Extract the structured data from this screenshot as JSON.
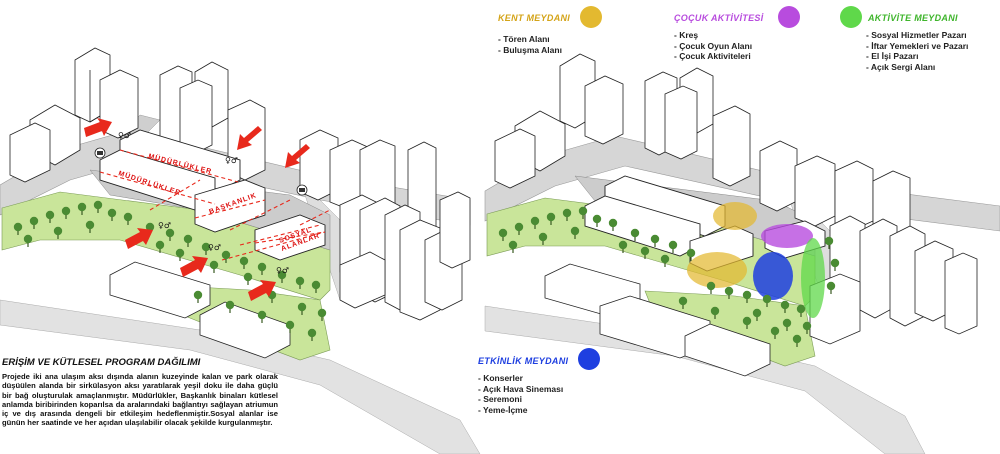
{
  "legend": {
    "kent_meydani": {
      "title": "KENT MEYDANI",
      "color": "#e3b930",
      "items": [
        "Tören Alanı",
        "Buluşma Alanı"
      ]
    },
    "cocuk_aktivitesi": {
      "title": "ÇOÇUK AKTİVİTESİ",
      "color": "#b84cde",
      "items": [
        "Kreş",
        "Çocuk Oyun Alanı",
        "Çocuk Aktiviteleri"
      ]
    },
    "aktivite_meydani": {
      "title": "AKTİVİTE MEYDANI",
      "color": "#5fd84a",
      "items": [
        "Sosyal Hizmetler Pazarı",
        "İftar Yemekleri ve Pazarı",
        "El İşi Pazarı",
        "Açık Sergi Alanı"
      ]
    },
    "etkinlik_meydani": {
      "title": "ETKİNLİK MEYDANI",
      "color": "#1e3fe0",
      "items": [
        "Konserler",
        "Açık Hava Sineması",
        "Seremoni",
        "Yeme-İçme"
      ]
    }
  },
  "building_labels": {
    "mudurlukler_1": "MÜDÜRLÜKLER",
    "mudurlukler_2": "MÜDÜRLÜKLER",
    "baskanlik": "BAŞKANLIK",
    "sosyal_1": "SOSYAL",
    "sosyal_2": "ALANLAR"
  },
  "section": {
    "title": "ERİŞİM VE KÜTLESEL PROGRAM DAĞILIMI",
    "description": "Projede iki ana ulaşım aksı dışında alanın kuzeyinde kalan ve park olarak düşüülen alanda bir sirkülasyon aksı yaratılarak yeşil doku ile daha güçlü bir bağ oluşturulak amaçlanmıştır. Müdürlükler, Başkanlık binaları kütlesel anlamda biribirinden koparılsa da aralarındaki bağlantıyı sağlayan atriumun iç ve dış arasında dengeli bir etkileşim hedeflenmiştir.Sosyal alanlar ise günün her saatinde ve her açıdan ulaşılabilir olacak şekilde kurgulanmıştır."
  },
  "colors": {
    "park_green": "#c9e59a",
    "road_gray": "#d4d4d4",
    "tree_green": "#4a8b33",
    "arrow_red": "#e8291c"
  }
}
